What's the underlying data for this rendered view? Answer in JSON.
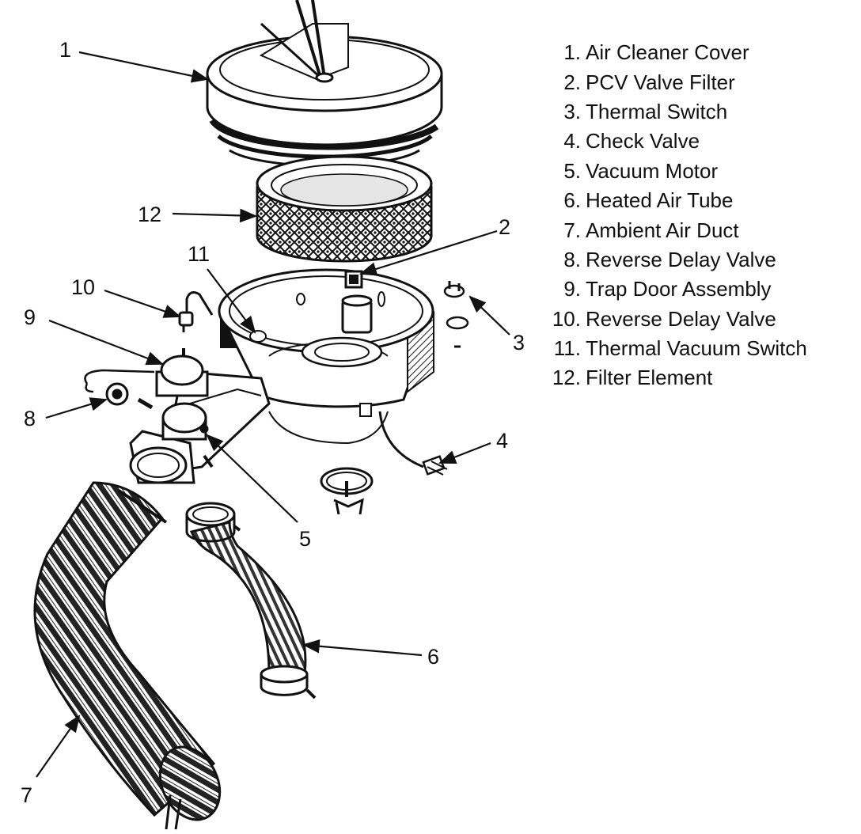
{
  "colors": {
    "ink": "#111111",
    "paper": "#ffffff",
    "shade": "#d8d8d8"
  },
  "callouts": {
    "c1": "1",
    "c2": "2",
    "c3": "3",
    "c4": "4",
    "c5": "5",
    "c6": "6",
    "c7": "7",
    "c8": "8",
    "c9": "9",
    "c10": "10",
    "c11": "11",
    "c12": "12"
  },
  "legend": [
    {
      "num": "1.",
      "label": "Air Cleaner Cover"
    },
    {
      "num": "2.",
      "label": "PCV Valve Filter"
    },
    {
      "num": "3.",
      "label": "Thermal Switch"
    },
    {
      "num": "4.",
      "label": "Check Valve"
    },
    {
      "num": "5.",
      "label": "Vacuum Motor"
    },
    {
      "num": "6.",
      "label": "Heated Air Tube"
    },
    {
      "num": "7.",
      "label": "Ambient Air Duct"
    },
    {
      "num": "8.",
      "label": "Reverse Delay Valve"
    },
    {
      "num": "9.",
      "label": "Trap Door Assembly"
    },
    {
      "num": "10.",
      "label": "Reverse Delay Valve"
    },
    {
      "num": "11.",
      "label": "Thermal Vacuum Switch"
    },
    {
      "num": "12.",
      "label": "Filter Element"
    }
  ]
}
